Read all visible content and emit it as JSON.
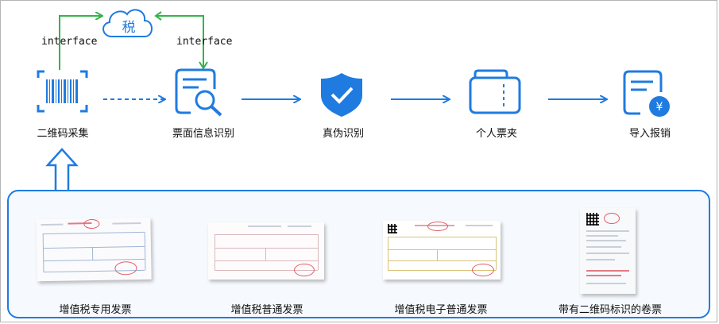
{
  "cloud": {
    "label": "税"
  },
  "interface_labels": [
    "interface",
    "interface"
  ],
  "steps": [
    {
      "label": "二维码采集",
      "icon": "barcode-scan-icon"
    },
    {
      "label": "票面信息识别",
      "icon": "document-search-icon"
    },
    {
      "label": "真伪识别",
      "icon": "shield-check-icon"
    },
    {
      "label": "个人票夹",
      "icon": "wallet-icon"
    },
    {
      "label": "导入报销",
      "icon": "document-yen-icon"
    }
  ],
  "invoices": [
    {
      "label": "增值税专用发票"
    },
    {
      "label": "增值税普通发票"
    },
    {
      "label": "增值税电子普通发票"
    },
    {
      "label": "带有二维码标识的卷票"
    }
  ],
  "colors": {
    "accent": "#1f7be0",
    "green": "#35b34a",
    "stamp": "#e05b66"
  }
}
